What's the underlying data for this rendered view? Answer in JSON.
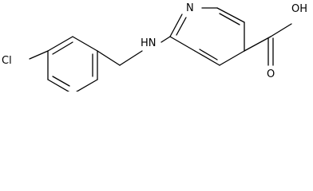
{
  "molecule": {
    "atoms": {
      "chloro": "Cl",
      "amine": "HN",
      "pyridine_nitrogen": "N",
      "carbonyl_oxygen": "O",
      "hydroxyl": "OH"
    }
  }
}
